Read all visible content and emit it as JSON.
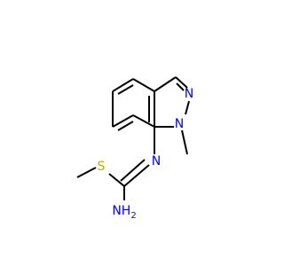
{
  "molecule": {
    "atoms": {
      "n_pyrazole_upper": {
        "label": "N",
        "color": "#0000ff"
      },
      "n_pyrazole_lower": {
        "label": "N",
        "color": "#0000ff"
      },
      "n_imine": {
        "label": "N",
        "color": "#0000ff"
      },
      "s_thioether": {
        "label": "S",
        "color": "#b2b200"
      },
      "nh2": {
        "label": "NH",
        "subscript": "2",
        "color": "#0000ff"
      }
    },
    "bond_color": "#000000"
  }
}
